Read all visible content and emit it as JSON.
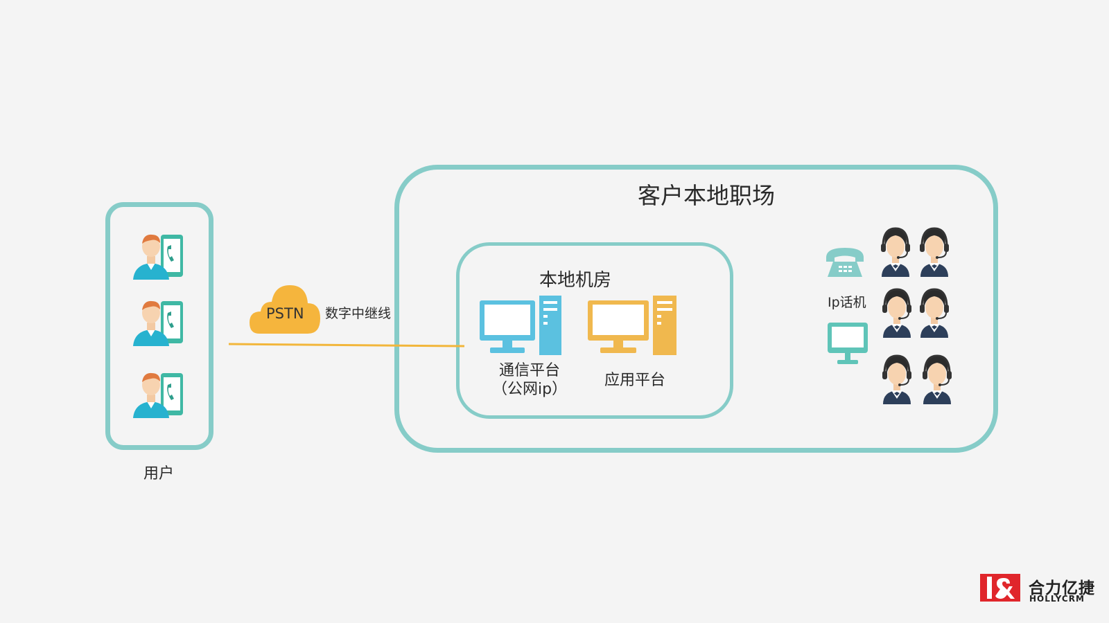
{
  "diagram": {
    "site_title": "客户本地职场",
    "room_title": "本地机房",
    "users_label": "用户",
    "pstn_label": "PSTN",
    "trunk_label": "数字中继线",
    "comm_platform_line1": "通信平台",
    "comm_platform_line2": "（公网ip）",
    "app_platform_label": "应用平台",
    "ip_phone_label": "Ip话机"
  },
  "logo": {
    "cn": "合力亿捷",
    "en": "HOLLYCRM"
  },
  "colors": {
    "frame": "#86ccc8",
    "trunk_line": "#f2b63b",
    "pstn_cloud": "#f5b53d",
    "comm_platform": "#5bc1e0",
    "app_platform": "#f0b84e",
    "ip_devices": "#86ccc8",
    "logo_red": "#e0262b"
  }
}
